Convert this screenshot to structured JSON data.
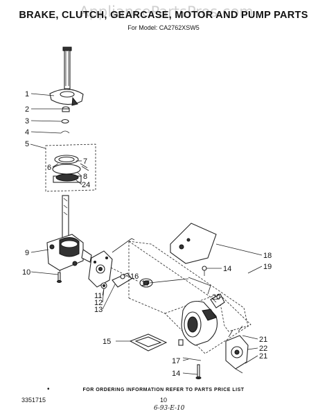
{
  "header": {
    "title": "BRAKE, CLUTCH, GEARCASE, MOTOR AND PUMP PARTS",
    "watermark": "AppliancePartsPros.com",
    "model_label": "For Model:  CA2762XSW5"
  },
  "footer": {
    "bullet": "•",
    "ordering": "FOR ORDERING INFORMATION REFER TO PARTS PRICE LIST",
    "doc_number": "3351715",
    "page": "10",
    "handwritten": "6-93-E-10"
  },
  "callouts": {
    "c1": "1",
    "c2": "2",
    "c3": "3",
    "c4": "4",
    "c5": "5",
    "c6": "6",
    "c7": "7",
    "c8": "8",
    "c24": "24",
    "c9": "9",
    "c10": "10",
    "c11": "11",
    "c12": "12",
    "c13": "13",
    "c16": "16",
    "c17a": "17",
    "c18": "18",
    "c19": "19",
    "c14a": "14",
    "c20": "20",
    "c15": "15",
    "c21a": "21",
    "c22": "22",
    "c21b": "21",
    "c17b": "17",
    "c14b": "14"
  }
}
